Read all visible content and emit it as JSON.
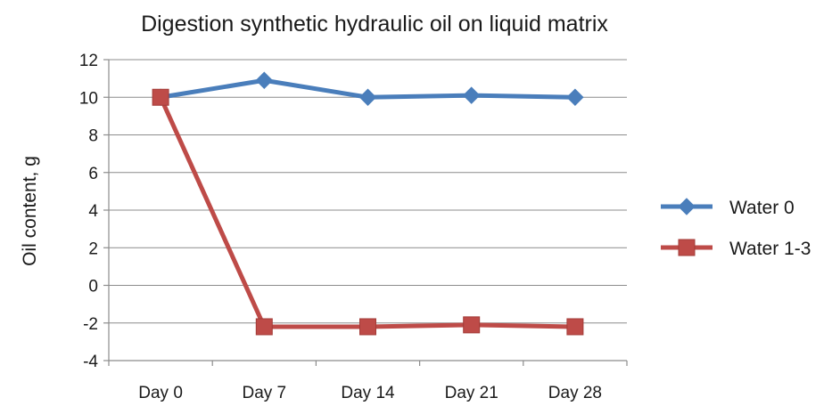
{
  "chart_data": {
    "type": "line",
    "title": "Digestion synthetic hydraulic oil on liquid matrix",
    "xlabel": "",
    "ylabel": "Oil content, g",
    "categories": [
      "Day 0",
      "Day 7",
      "Day 14",
      "Day 21",
      "Day 28"
    ],
    "ylim": [
      -4,
      12
    ],
    "yticks": [
      -4,
      -2,
      0,
      2,
      4,
      6,
      8,
      10,
      12
    ],
    "grid": true,
    "legend_position": "right",
    "series": [
      {
        "name": "Water 0",
        "values": [
          10.0,
          10.9,
          10.0,
          10.1,
          10.0
        ],
        "color": "#4a7ebb",
        "marker": "diamond"
      },
      {
        "name": "Water 1-3",
        "values": [
          10.0,
          -2.2,
          -2.2,
          -2.1,
          -2.2
        ],
        "color": "#be4b48",
        "marker": "square"
      }
    ]
  }
}
